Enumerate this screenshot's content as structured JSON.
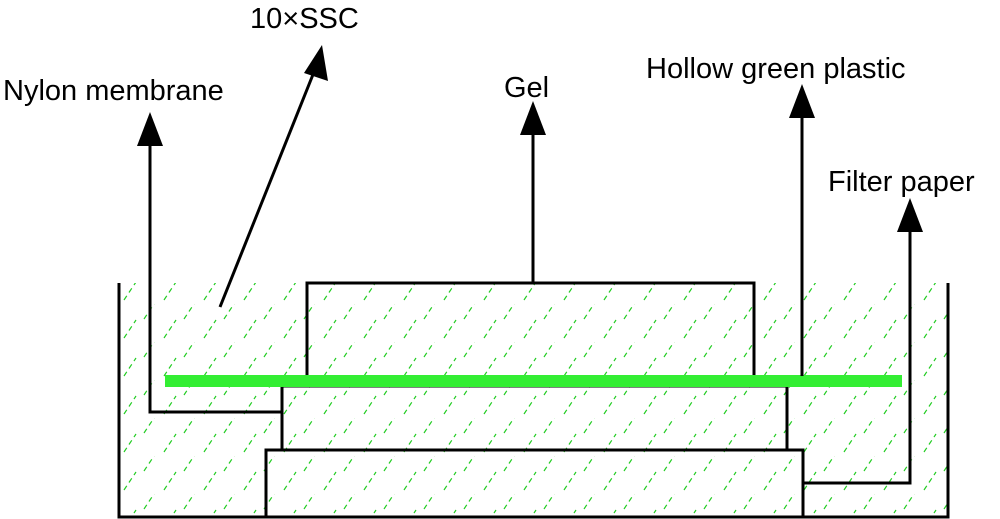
{
  "labels": {
    "nylon_membrane": "Nylon membrane",
    "ssc": "10×SSC",
    "gel": "Gel",
    "hollow_green_plastic": "Hollow green plastic",
    "filter_paper": "Filter paper"
  },
  "colors": {
    "liquid_hatch": "#22cc22",
    "green_plastic": "#33ee33",
    "outline": "#000000"
  }
}
